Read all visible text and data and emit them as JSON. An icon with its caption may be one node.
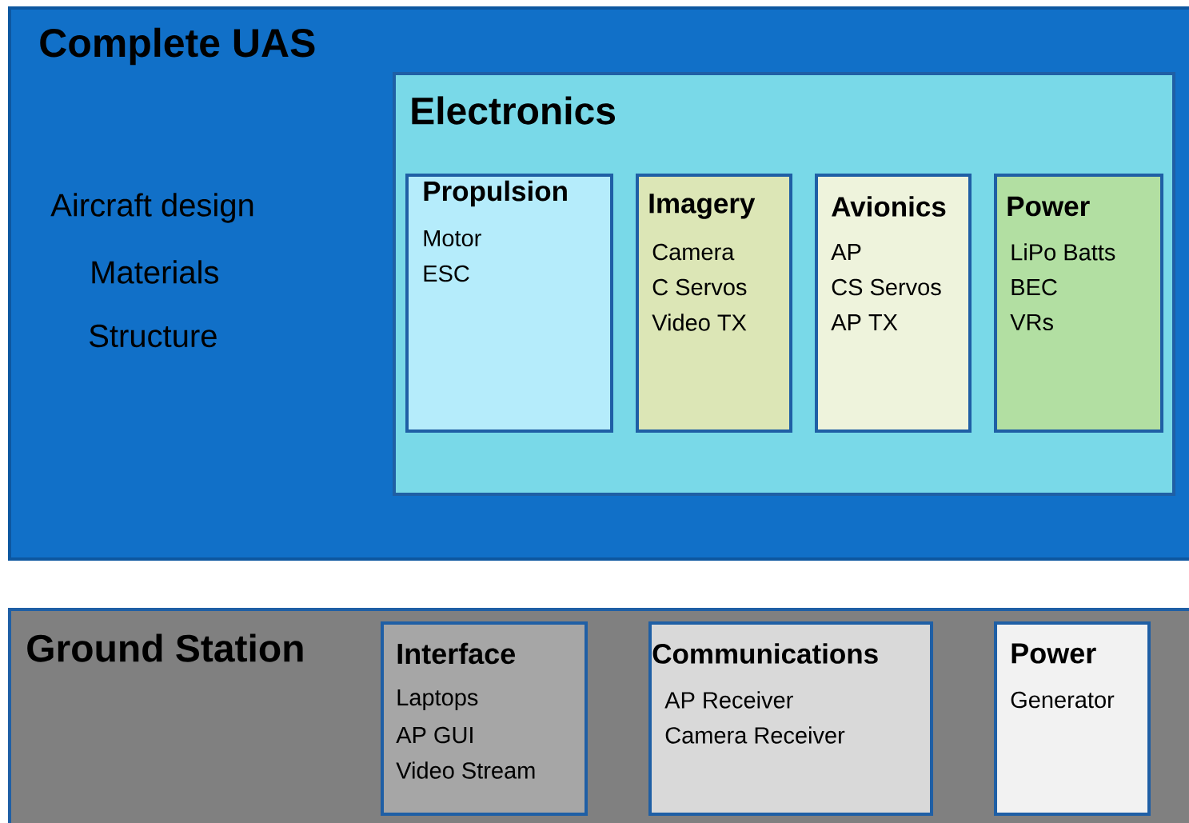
{
  "diagram": {
    "nodes": [
      {
        "text": [
          "Complete UAS",
          "Aircraft design",
          "Materials",
          "Structure"
        ]
      },
      {
        "text": [
          "Electronics"
        ],
        "in": 0
      },
      {
        "text": [
          "Propulsion",
          "Motor",
          "ESC"
        ],
        "in": 1
      },
      {
        "text": [
          "Imagery",
          "Camera",
          "C Servos",
          "Video TX"
        ],
        "in": 1
      },
      {
        "text": [
          "Avionics",
          "AP",
          "CS Servos",
          "AP TX"
        ],
        "in": 1
      },
      {
        "text": [
          "Power",
          "LiPo Batts",
          "BEC",
          "VRs"
        ],
        "in": 1
      },
      {
        "text": [
          "Ground Station"
        ]
      },
      {
        "text": [
          "Interface",
          "Laptops",
          "AP GUI",
          "Video Stream"
        ],
        "in": 6
      },
      {
        "text": [
          "Communications",
          "AP Receiver",
          "Camera Receiver"
        ],
        "in": 6
      },
      {
        "text": [
          "Power",
          "Generator"
        ],
        "in": 6
      }
    ],
    "edges": []
  }
}
